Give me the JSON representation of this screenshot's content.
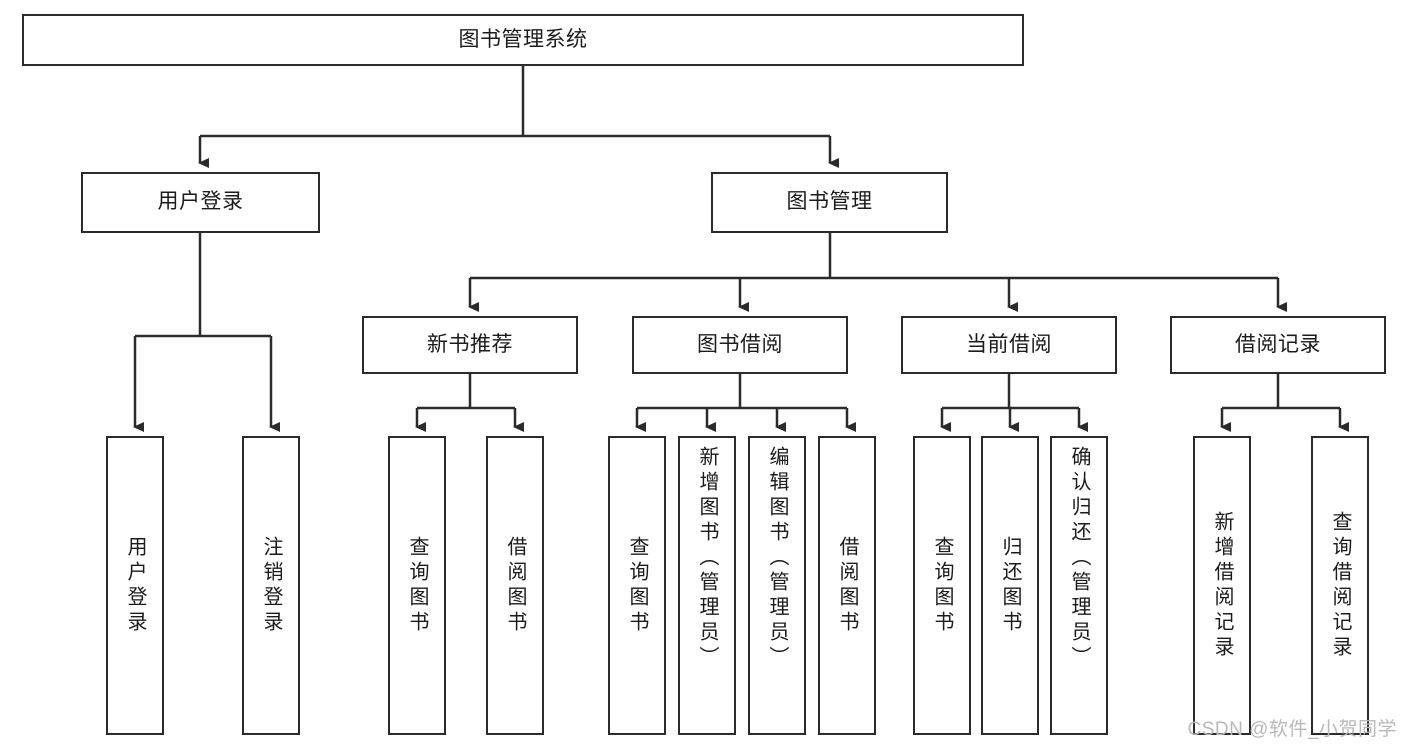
{
  "diagram": {
    "type": "tree-hierarchy-chart",
    "title": "图书管理系统",
    "orientation": "top-down",
    "watermark": "CSDN @软件_小贺同学",
    "colors": {
      "box_border": "#2b2b2b",
      "box_fill": "#ffffff",
      "connector": "#2b2b2b",
      "text": "#1b1b1b",
      "watermark": "#b9b9b9"
    },
    "levels": [
      {
        "level": 0,
        "nodes": [
          {
            "id": "root",
            "label": "图书管理系统",
            "orientation": "horizontal"
          }
        ]
      },
      {
        "level": 1,
        "nodes": [
          {
            "id": "user-login",
            "label": "用户登录",
            "orientation": "horizontal",
            "parent": "root"
          },
          {
            "id": "book-management",
            "label": "图书管理",
            "orientation": "horizontal",
            "parent": "root"
          }
        ]
      },
      {
        "level": 2,
        "nodes": [
          {
            "id": "new-book-recommend",
            "label": "新书推荐",
            "orientation": "horizontal",
            "parent": "book-management"
          },
          {
            "id": "book-borrow",
            "label": "图书借阅",
            "orientation": "horizontal",
            "parent": "book-management"
          },
          {
            "id": "current-borrow",
            "label": "当前借阅",
            "orientation": "horizontal",
            "parent": "book-management"
          },
          {
            "id": "borrow-record",
            "label": "借阅记录",
            "orientation": "horizontal",
            "parent": "book-management"
          }
        ]
      },
      {
        "level": 3,
        "nodes": [
          {
            "id": "leaf-user-login",
            "label": "用户登录",
            "orientation": "vertical",
            "parent": "user-login"
          },
          {
            "id": "leaf-logout",
            "label": "注销登录",
            "orientation": "vertical",
            "parent": "user-login"
          },
          {
            "id": "leaf-query-book-1",
            "label": "查询图书",
            "orientation": "vertical",
            "parent": "new-book-recommend"
          },
          {
            "id": "leaf-borrow-book-1",
            "label": "借阅图书",
            "orientation": "vertical",
            "parent": "new-book-recommend"
          },
          {
            "id": "leaf-query-book-2",
            "label": "查询图书",
            "orientation": "vertical",
            "parent": "book-borrow"
          },
          {
            "id": "leaf-add-book",
            "label": "新增图书（管理员）",
            "orientation": "vertical",
            "parent": "book-borrow"
          },
          {
            "id": "leaf-edit-book",
            "label": "编辑图书（管理员）",
            "orientation": "vertical",
            "parent": "book-borrow"
          },
          {
            "id": "leaf-borrow-book-2",
            "label": "借阅图书",
            "orientation": "vertical",
            "parent": "book-borrow"
          },
          {
            "id": "leaf-query-book-3",
            "label": "查询图书",
            "orientation": "vertical",
            "parent": "current-borrow"
          },
          {
            "id": "leaf-return-book",
            "label": "归还图书",
            "orientation": "vertical",
            "parent": "current-borrow"
          },
          {
            "id": "leaf-confirm-return",
            "label": "确认归还（管理员）",
            "orientation": "vertical",
            "parent": "current-borrow"
          },
          {
            "id": "leaf-add-record",
            "label": "新增借阅记录",
            "orientation": "vertical",
            "parent": "borrow-record"
          },
          {
            "id": "leaf-query-record",
            "label": "查询借阅记录",
            "orientation": "vertical",
            "parent": "borrow-record"
          }
        ]
      }
    ]
  }
}
